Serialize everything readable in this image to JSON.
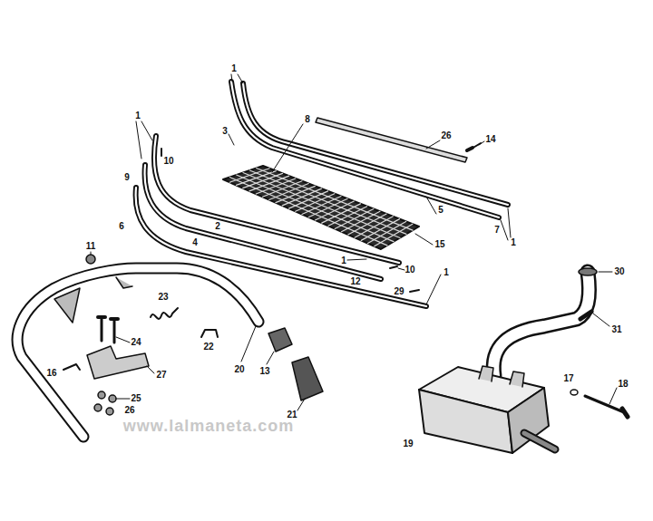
{
  "diagram": {
    "labels": [
      "1",
      "1",
      "3",
      "8",
      "26",
      "14",
      "10",
      "9",
      "5",
      "7",
      "4",
      "2",
      "6",
      "1",
      "15",
      "1",
      "10",
      "1",
      "12",
      "29",
      "11",
      "23",
      "24",
      "22",
      "20",
      "13",
      "27",
      "16",
      "25",
      "26",
      "21",
      "30",
      "31",
      "17",
      "18",
      "19",
      "www.lalmaneta.com"
    ]
  }
}
